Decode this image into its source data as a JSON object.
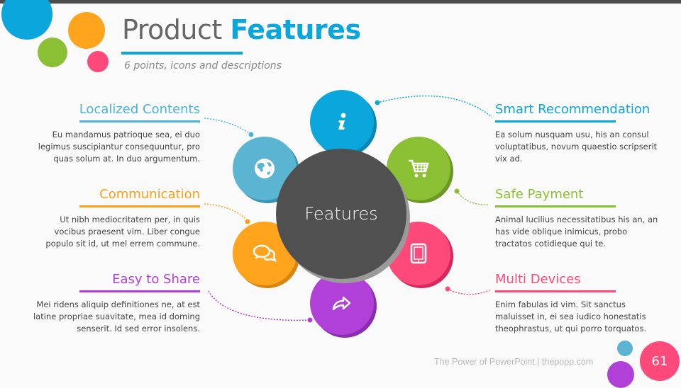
{
  "header": {
    "title_light": "Product",
    "title_bold": "Features",
    "subtitle": "6 points, icons and descriptions"
  },
  "center": {
    "label": "Features"
  },
  "features": [
    {
      "title": "Localized Contents",
      "color": "#4ab4d6",
      "icon": "globe-icon",
      "text": "Eu mandamus patrioque sea, ei duo legimus suscipiantur consequuntur, pro quas solum at. In duo argumentum."
    },
    {
      "title": "Communication",
      "color": "#f7a21b",
      "icon": "chat-bubbles-icon",
      "text": "Ut nibh mediocritatem per, in quis vocibus praesent vim. Liber congue populo sit id, ut mel errem commune."
    },
    {
      "title": "Easy to Share",
      "color": "#b23fd9",
      "icon": "share-icon",
      "text": "Mei ridens aliquip definitiones ne, at est latine propriae suavitate, mea id doming senserit. Id sed error insolens."
    },
    {
      "title": "Smart Recommendation",
      "color": "#0aa6dc",
      "icon": "info-icon",
      "text": "Ea solum nusquam usu, his an consul voluptatibus, novum quaestio scripserit vix ad."
    },
    {
      "title": "Safe Payment",
      "color": "#8cc034",
      "icon": "shopping-cart-icon",
      "text": "Animal lucilius necessitatibus his an, an has vide oblique inimicus, probo tractatos cotidieque qui te."
    },
    {
      "title": "Multi Devices",
      "color": "#fe4a7b",
      "icon": "tablet-icon",
      "text": "Enim fabulas id vim. Sit sanctus maluisset in, ei sea iudico honestatis theophrastus, ut qui porro torquatos."
    }
  ],
  "footer": {
    "text": "The Power of PowerPoint | thepopp.com",
    "page": "61"
  }
}
